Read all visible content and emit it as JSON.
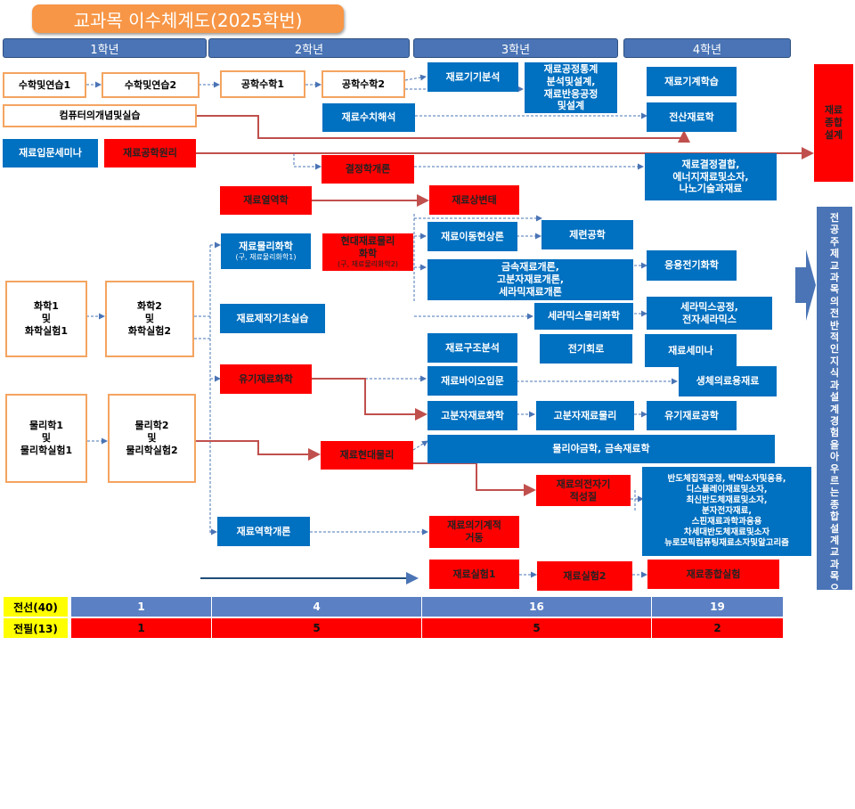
{
  "title": "교과목 이수체계도(2025학번)",
  "years": [
    "1학년",
    "2학년",
    "3학년",
    "4학년"
  ],
  "courses": {
    "math1": "수학및연습1",
    "math2": "수학및연습2",
    "engmath1": "공학수학1",
    "engmath2": "공학수학2",
    "mat_machine_analysis": "재료기기분석",
    "process_stats": "재료공정통계\n분석및설계,\n재료반응공정\n및설계",
    "mat_ml": "재료기계학습",
    "computer": "컴퓨터의개념및실습",
    "numerical": "재료수치해석",
    "comp_mat": "전산재료학",
    "seminar_intro": "재료입문세미나",
    "principles": "재료공학원리",
    "crystal": "결정학개론",
    "bonding": "재료결정결합,\n에너지재료및소자,\n나노기술과재료",
    "thermo": "재료열역학",
    "phase": "재료상변태",
    "physchem": "재료물리화학",
    "physchem_sub": "(구, 재료물리화학1)",
    "modern_physchem": "현대재료물리\n화학",
    "modern_physchem_sub": "(구, 재료물리화학2)",
    "transport": "재료이동현상론",
    "refining": "제련공학",
    "metal_polymer_ceramic": "금속재료개론,\n고분자재료개론,\n세라믹재료개론",
    "applied_elec": "응용전기화학",
    "ceramic_physchem": "세라믹스물리화학",
    "ceramic_process": "세라믹스공정,\n전자세라믹스",
    "chem1": "화학1\n및\n화학실험1",
    "chem2": "화학2\n및\n화학실험2",
    "basic_lab": "재료제작기초실습",
    "structure": "재료구조분석",
    "circuit": "전기회로",
    "seminar": "재료세미나",
    "organic": "유기재료화학",
    "bio_intro": "재료바이오입문",
    "biomed": "생체의료용재료",
    "polymer_chem": "고분자재료화학",
    "polymer_phys": "고분자재료물리",
    "organic_eng": "유기재료공학",
    "phys1": "물리학1\n및\n물리학실험1",
    "phys2": "물리학2\n및\n물리학실험2",
    "modern_phys": "재료현대물리",
    "phys_metal": "물리야금학, 금속재료학",
    "electromag": "재료의전자기\n적성질",
    "semis": "반도체집적공정, 박막소자및응용,\n디스플레이재료및소자,\n최신반도체재료및소자,\n분자전자재료,\n스핀재료과학과응용\n차세대반도체재료및소자\n뉴로모픽컴퓨팅재료소자및알고리즘",
    "mechanics": "재료역학개론",
    "mech_behavior": "재료의기계적\n거동",
    "lab1": "재료실험1",
    "lab2": "재료실험2",
    "integrated_lab": "재료종합실험",
    "capstone": "재료\n종합\n설계"
  },
  "side_note": "전공주제교과목의전반적인지식과설계경험을아우르는종합설계교과목으로재료공학필수교과목을선수과목으로함.",
  "summary": {
    "row1_label": "전선(40)",
    "row1_values": [
      "1",
      "4",
      "16",
      "19"
    ],
    "row2_label": "전필(13)",
    "row2_values": [
      "1",
      "5",
      "5",
      "2"
    ]
  },
  "colors": {
    "blue": "#0070c0",
    "red": "#ff0000",
    "orange": "#f79646",
    "header": "#4a74b5",
    "yellow": "#ffff00"
  }
}
